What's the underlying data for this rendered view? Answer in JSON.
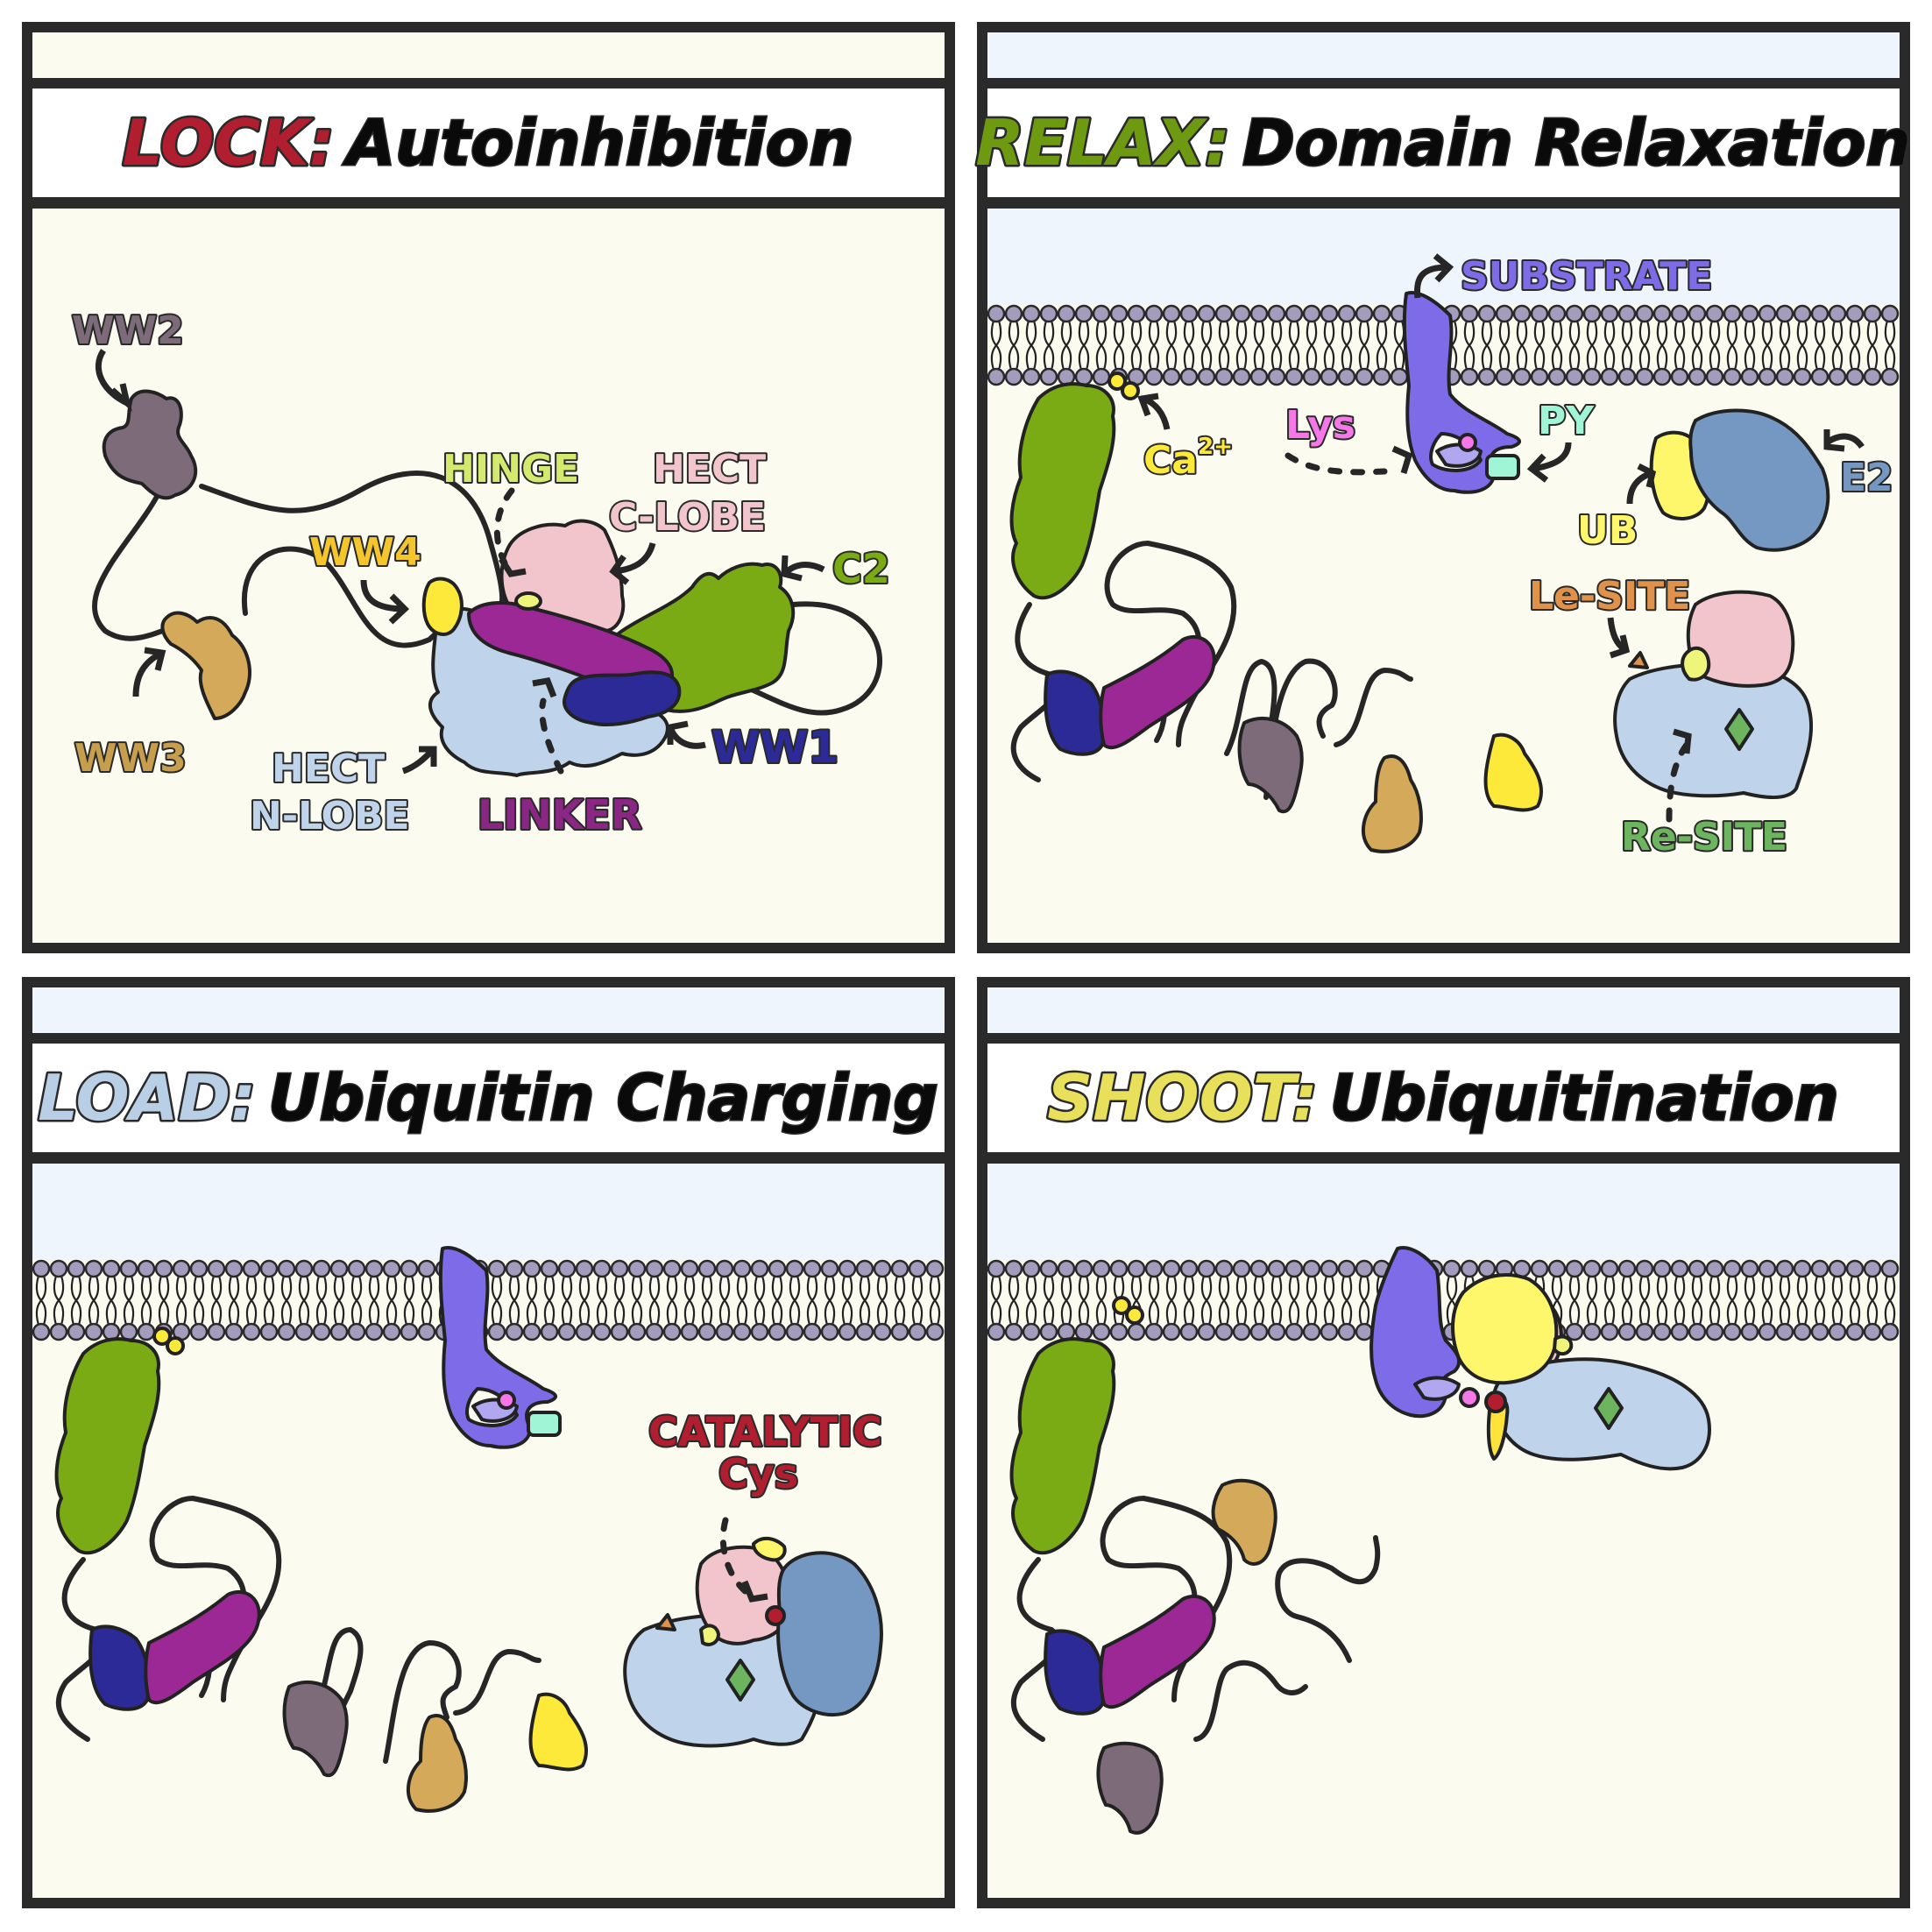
{
  "figure": {
    "panels": [
      {
        "id": "lock",
        "key_word": "LOCK:",
        "title_rest": "Autoinhibition",
        "key_color": "#B01E2F",
        "has_membrane": false,
        "labels": {
          "ww2": "WW2",
          "ww3": "WW3",
          "ww4": "WW4",
          "hinge": "HINGE",
          "hect_c_line1": "HECT",
          "hect_c_line2": "C-LOBE",
          "c2": "C2",
          "ww1": "WW1",
          "hect_n_line1": "HECT",
          "hect_n_line2": "N-LOBE",
          "linker": "LINKER"
        }
      },
      {
        "id": "relax",
        "key_word": "RELAX:",
        "title_rest": "Domain Relaxation",
        "key_color": "#6E9A12",
        "has_membrane": true,
        "labels": {
          "substrate": "SUBSTRATE",
          "ca": "Ca",
          "ca_sup": "2+",
          "lys": "Lys",
          "py": "PY",
          "ub": "UB",
          "e2": "E2",
          "le_site": "Le-SITE",
          "re_site": "Re-SITE"
        }
      },
      {
        "id": "load",
        "key_word": "LOAD:",
        "title_rest": "Ubiquitin Charging",
        "key_color": "#B9CFE6",
        "has_membrane": true,
        "labels": {
          "catalytic_line1": "CATALYTIC",
          "catalytic_line2": "Cys"
        }
      },
      {
        "id": "shoot",
        "key_word": "SHOOT:",
        "title_rest": "Ubiquitination",
        "key_color": "#E8E05A",
        "has_membrane": true,
        "labels": {}
      }
    ],
    "colors": {
      "cytoplasm_bg": "#FBFBF0",
      "extracellular_bg": "#EEF5FC",
      "border": "#2A2A2A",
      "lipid_head": "#A49CBD",
      "ww1": "#2B2A97",
      "ww2": "#7D6B7A",
      "ww3": "#D4AA5A",
      "ww4": "#FCE93A",
      "c2": "#7AAA14",
      "linker": "#9B2894",
      "hect_n_lobe": "#BFD4EA",
      "hect_c_lobe": "#F2C4CC",
      "hinge": "#EEF57A",
      "substrate": "#7E6BE8",
      "substrate_light": "#B0A7F0",
      "lys": "#F677E7",
      "py": "#9FF5D5",
      "ub": "#FFF76B",
      "e2": "#7598C2",
      "le_site": "#E0924A",
      "re_site": "#6CB45E",
      "catalytic_cys": "#B01E2F"
    }
  }
}
